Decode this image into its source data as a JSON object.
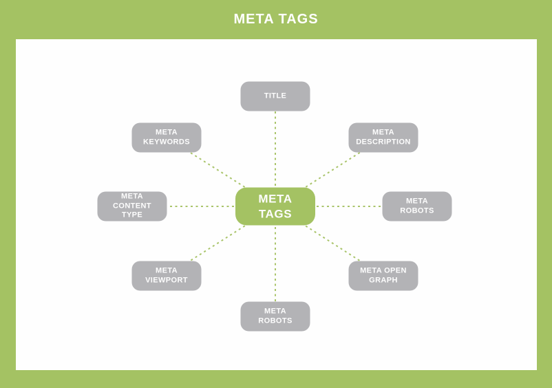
{
  "header": {
    "title": "META TAGS"
  },
  "colors": {
    "frame_green": "#a4c263",
    "node_gray": "#b3b3b6",
    "dash_green": "#a9c46a",
    "panel_white": "#fefefe",
    "text_white": "#ffffff"
  },
  "diagram": {
    "center": {
      "label": "META TAGS"
    },
    "nodes": [
      {
        "id": "title",
        "label": "TITLE"
      },
      {
        "id": "meta-keywords",
        "label": "META KEYWORDS"
      },
      {
        "id": "meta-description",
        "label": "META DESCRIPTION"
      },
      {
        "id": "meta-content-type",
        "label": "META CONTENT TYPE"
      },
      {
        "id": "meta-robots-right",
        "label": "META ROBOTS"
      },
      {
        "id": "meta-viewport",
        "label": "META VIEWPORT"
      },
      {
        "id": "meta-open-graph",
        "label": "META OPEN GRAPH"
      },
      {
        "id": "meta-robots-bottom",
        "label": "META ROBOTS"
      }
    ]
  }
}
